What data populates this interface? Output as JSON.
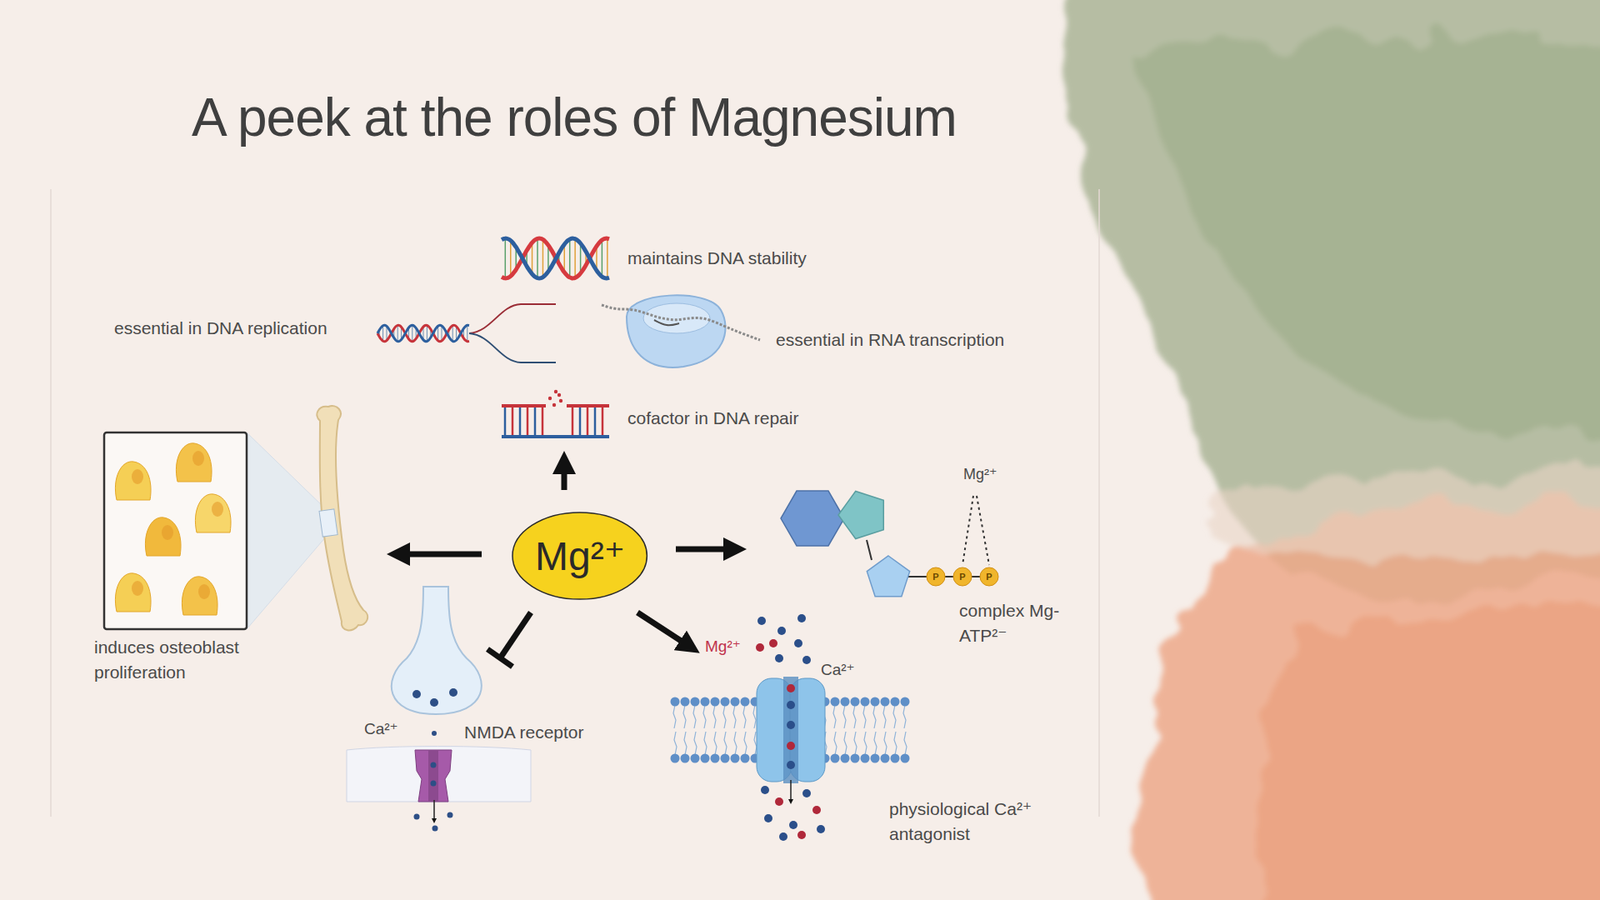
{
  "diagram": {
    "title": "A peek at the roles of Magnesium",
    "nodes": [
      {
        "text": [
          "Mg²⁺"
        ]
      }
    ],
    "labels": [
      "maintains DNA stability",
      "essential in DNA replication",
      "essential in RNA transcription",
      "cofactor in DNA repair",
      "Mg²⁺",
      "complex Mg-ATP²⁻",
      "induces osteoblast proliferation",
      "NMDA receptor",
      "Ca²⁺",
      "Mg²⁺",
      "Ca²⁺",
      "physiological Ca²⁺ antagonist",
      "P",
      "P",
      "P"
    ]
  }
}
